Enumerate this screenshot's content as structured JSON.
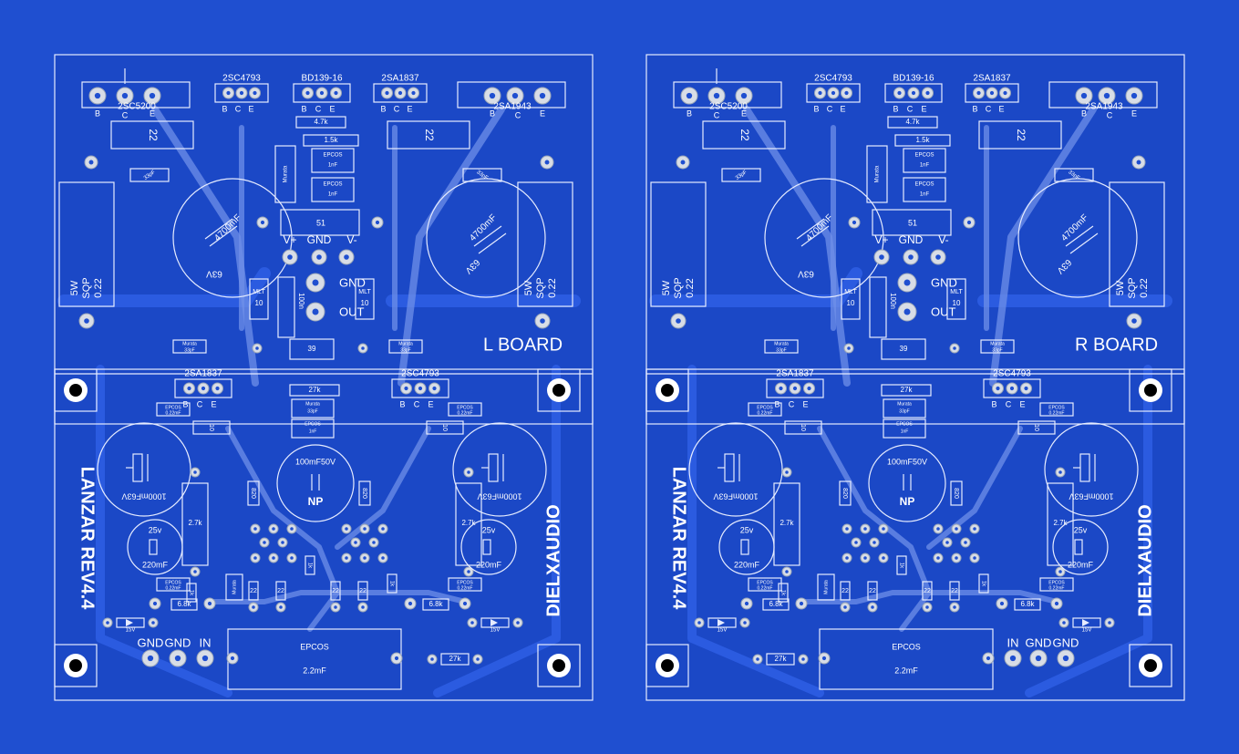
{
  "boards": [
    {
      "board_label": "L BOARD",
      "output_transistors": [
        "2SC5200",
        "2SA1943"
      ],
      "driver_transistors": [
        "2SC4793",
        "2SA1837"
      ],
      "bias_transistor": "BD139-16",
      "pin_labels": {
        "b": "B",
        "c": "C",
        "e": "E"
      },
      "emitter_resistor": "22",
      "power_resistor": [
        "5W",
        "SQP",
        "0.22"
      ],
      "big_cap_value": "4700mF",
      "big_cap_voltage": "63V",
      "murata": "Murata",
      "cap_33p": "33pF",
      "res_4k7": "4.7k",
      "res_1k5": "1.5k",
      "epcos": "EPCOS",
      "cap_1nf": "1nF",
      "res_51": "51",
      "rails": [
        "V+",
        "GND",
        "V-"
      ],
      "gnd_label": "GND",
      "out_label": "OUT",
      "mlt": "MLT",
      "mlt_val": "10",
      "cap_100n": "100n",
      "res_39": "39",
      "lower_left_driver": "2SA1837",
      "lower_right_driver": "2SC4793",
      "res_27k": "27k",
      "cap_022": "0.22mF",
      "res_10": "10",
      "cap_1000": "1000mF63V",
      "np_cap": "100mF50V",
      "np": "NP",
      "res_820": "820",
      "res_2k7": "2.7k",
      "cap_25v": "25v",
      "cap_220": "220mF",
      "res_22": "22",
      "res_1k": "1k",
      "res_6k8": "6.8k",
      "zener": "15V",
      "input_labels": [
        "GND",
        "GND",
        "IN"
      ],
      "input_cap": "2.2mF",
      "brand_left": "LANZAR REV4.4",
      "brand_right": "DIELXAUDIO"
    },
    {
      "board_label": "R BOARD",
      "output_transistors": [
        "2SC5200",
        "2SA1943"
      ],
      "driver_transistors": [
        "2SC4793",
        "2SA1837"
      ],
      "bias_transistor": "BD139-16",
      "pin_labels": {
        "b": "B",
        "c": "C",
        "e": "E"
      },
      "emitter_resistor": "22",
      "power_resistor": [
        "5W",
        "SQP",
        "0.22"
      ],
      "big_cap_value": "4700mF",
      "big_cap_voltage": "63V",
      "murata": "Murata",
      "cap_33p": "33pF",
      "res_4k7": "4.7k",
      "res_1k5": "1.5k",
      "epcos": "EPCOS",
      "cap_1nf": "1nF",
      "res_51": "51",
      "rails": [
        "V+",
        "GND",
        "V-"
      ],
      "gnd_label": "GND",
      "out_label": "OUT",
      "mlt": "MLT",
      "mlt_val": "10",
      "cap_100n": "100n",
      "res_39": "39",
      "lower_left_driver": "2SA1837",
      "lower_right_driver": "2SC4793",
      "res_27k": "27k",
      "cap_022": "0.22mF",
      "res_10": "10",
      "cap_1000": "1000mF63V",
      "np_cap": "100mF50V",
      "np": "NP",
      "res_820": "820",
      "res_2k7": "2.7k",
      "cap_25v": "25v",
      "cap_220": "220mF",
      "res_22": "22",
      "res_1k": "1k",
      "res_6k8": "6.8k",
      "zener": "15V",
      "input_labels": [
        "IN",
        "GND",
        "GND"
      ],
      "input_cap": "2.2mF",
      "brand_left": "LANZAR REV4.4",
      "brand_right": "DIELXAUDIO"
    }
  ]
}
